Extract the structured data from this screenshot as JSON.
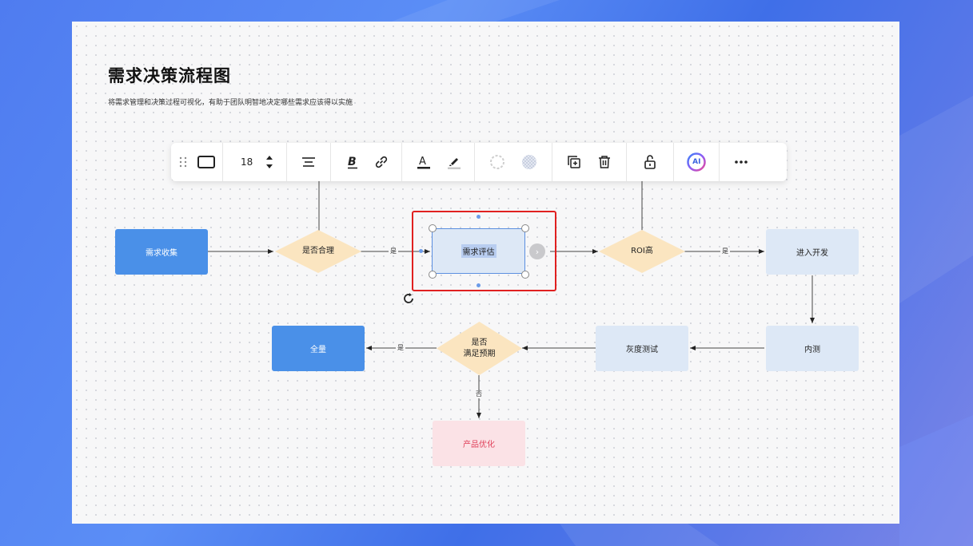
{
  "page": {
    "title": "需求决策流程图",
    "subtitle": "将需求管理和决策过程可视化，有助于团队明智地决定哪些需求应该得以实施"
  },
  "toolbar": {
    "font_size": "18",
    "ai_label": "AI",
    "icons": [
      "drag-handle-icon",
      "shape-rect-icon",
      "font-size-stepper-icon",
      "align-center-icon",
      "bold-icon",
      "link-icon",
      "text-color-icon",
      "highlighter-icon",
      "border-style-icon",
      "fill-style-icon",
      "duplicate-icon",
      "delete-icon",
      "lock-icon",
      "ai-icon",
      "more-icon"
    ]
  },
  "nodes": {
    "collect": "需求收集",
    "reasonable": "是否合理",
    "evaluate": "需求评估",
    "roi": "ROI高",
    "develop": "进入开发",
    "internal_test": "内测",
    "gray_test": "灰度测试",
    "meet_line1": "是否",
    "meet_line2": "满足预期",
    "full": "全量",
    "optimize": "产品优化"
  },
  "edges": {
    "yes1": "是",
    "yes2": "是",
    "yes3": "是",
    "no1": "否"
  },
  "colors": {
    "primary_node": "#4a90e8",
    "secondary_node": "#dde8f6",
    "decision": "#fbe5c0",
    "optimize_node": "#fbe2e6",
    "optimize_text": "#e0405a",
    "selection": "#e02020"
  }
}
